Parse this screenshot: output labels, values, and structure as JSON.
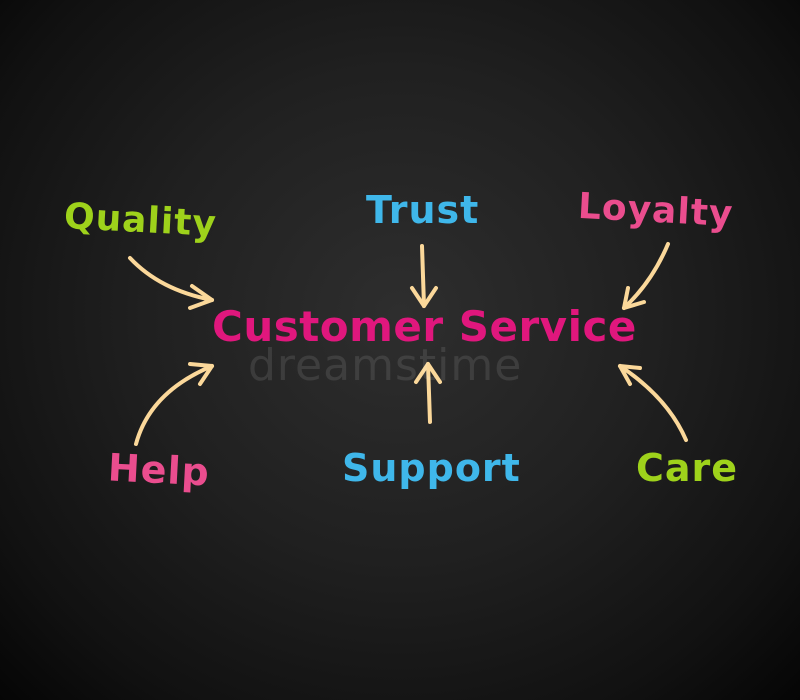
{
  "center": {
    "label": "Customer Service",
    "color": "#e0177d"
  },
  "nodes": {
    "quality": {
      "label": "Quality",
      "color": "#9ed21b"
    },
    "trust": {
      "label": "Trust",
      "color": "#3fb7ea"
    },
    "loyalty": {
      "label": "Loyalty",
      "color": "#ea4d8e"
    },
    "help": {
      "label": "Help",
      "color": "#ea4d8e"
    },
    "support": {
      "label": "Support",
      "color": "#3fb7ea"
    },
    "care": {
      "label": "Care",
      "color": "#9ed21b"
    }
  },
  "arrow_color": "#fbd89a",
  "watermark": "dreamstime"
}
